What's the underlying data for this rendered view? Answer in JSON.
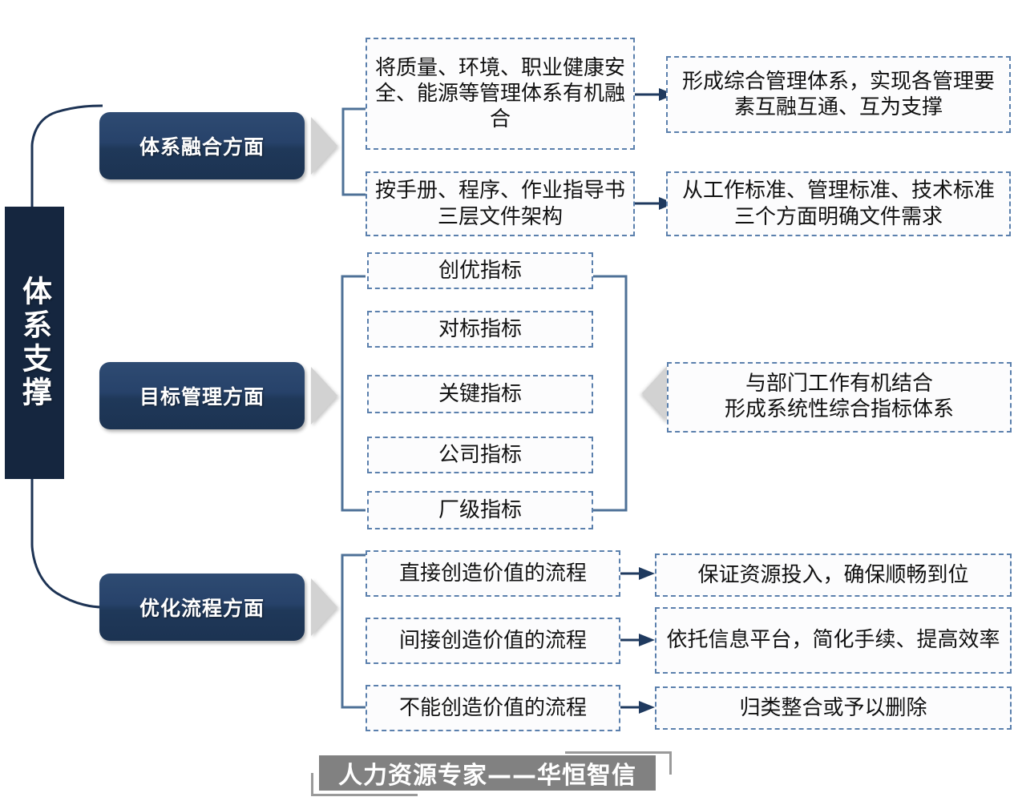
{
  "spine": {
    "label": "体系支撑"
  },
  "colors": {
    "spine_bg": "#15263f",
    "category_box": "#264068",
    "dashed_border": "#5b80ad",
    "arrow": "#1f3a5f",
    "chevron": "#d2d2d2",
    "footer_band": "#818181"
  },
  "sections": [
    {
      "id": "system-integration",
      "category": "体系融合方面",
      "items": [
        {
          "source": "将质量、环境、职业健康安全、能源等管理体系有机融合",
          "target": "形成综合管理体系，实现各管理要素互融互通、互为支撑"
        },
        {
          "source": "按手册、程序、作业指导书三层文件架构",
          "target": "从工作标准、管理标准、技术标准三个方面明确文件需求"
        }
      ]
    },
    {
      "id": "goal-management",
      "category": "目标管理方面",
      "indicators": [
        "创优指标",
        "对标指标",
        "关键指标",
        "公司指标",
        "厂级指标"
      ],
      "summary": "与部门工作有机结合\n形成系统性综合指标体系",
      "summary_line1": "与部门工作有机结合",
      "summary_line2": "形成系统性综合指标体系"
    },
    {
      "id": "process-optimization",
      "category": "优化流程方面",
      "items": [
        {
          "source": "直接创造价值的流程",
          "target": "保证资源投入，确保顺畅到位"
        },
        {
          "source": "间接创造价值的流程",
          "target": "依托信息平台，简化手续、提高效率"
        },
        {
          "source": "不能创造价值的流程",
          "target": "归类整合或予以删除"
        }
      ]
    }
  ],
  "footer": {
    "label": "人力资源专家——华恒智信"
  }
}
